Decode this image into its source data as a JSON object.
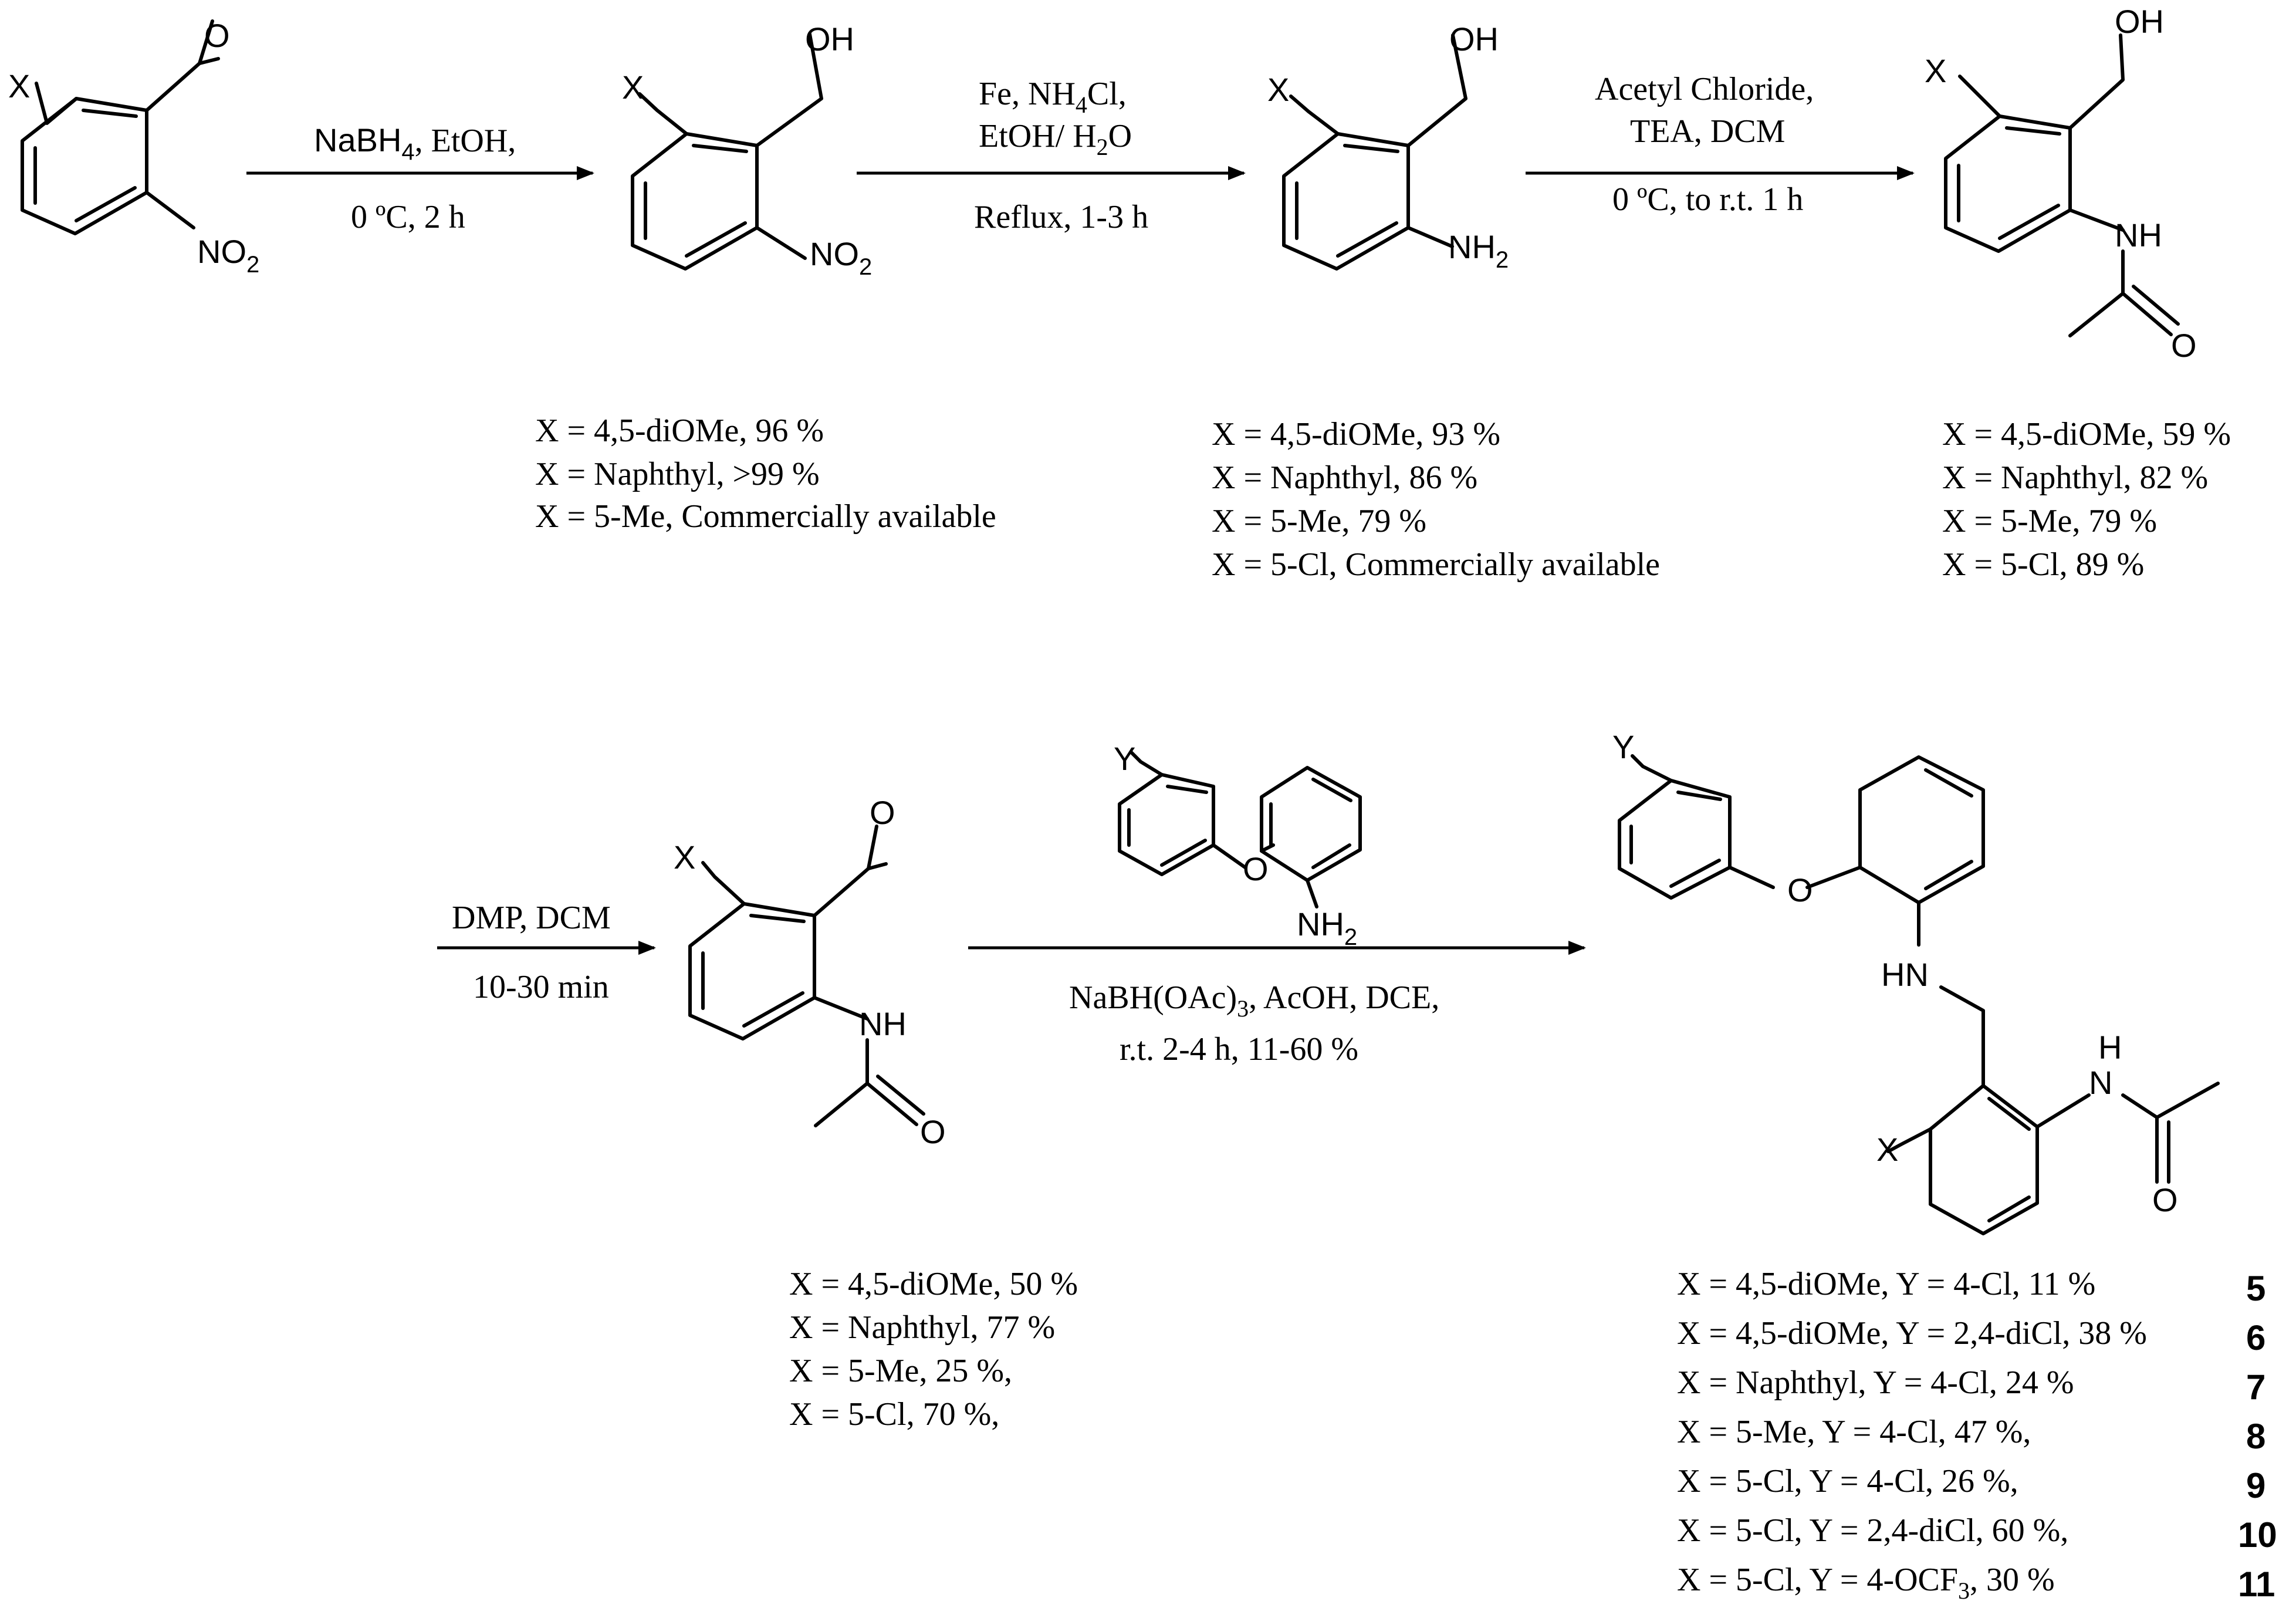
{
  "atoms": {
    "O": "O",
    "OH": "OH",
    "NH": "NH",
    "HN": "HN",
    "H": "H",
    "NO": "NO",
    "NH_base": "NH",
    "two": "2",
    "X": "X",
    "Y": "Y"
  },
  "steps": [
    {
      "reagent_main": "NaBH",
      "reagent_sub": "4",
      "reagent_tail": ", EtOH,",
      "condition": "0 ºC, 2 h"
    },
    {
      "line1_main": "Fe, NH",
      "line1_sub": "4",
      "line1_tail": "Cl,",
      "line2_main": "EtOH/ H",
      "line2_sub": "2",
      "line2_tail": "O",
      "condition": "Reflux, 1-3 h"
    },
    {
      "line1": "Acetyl Chloride,",
      "line2": "TEA, DCM",
      "condition": "0 ºC, to r.t. 1 h"
    },
    {
      "reagent": "DMP,  DCM",
      "condition": "10-30 min"
    },
    {
      "reagent_main": "NaBH(OAc)",
      "reagent_sub": "3",
      "reagent_tail": ", AcOH, DCE,",
      "condition": "r.t. 2-4 h, 11-60 %"
    }
  ],
  "yields": {
    "alcohol_nitro": [
      "X = 4,5-diOMe, 96 %",
      "X = Naphthyl, >99 %",
      "X = 5-Me, Commercially available"
    ],
    "amino_alcohol": [
      "X = 4,5-diOMe, 93 %",
      "X = Naphthyl,    86 %",
      "X = 5-Me,          79 %",
      "X = 5-Cl, Commercially available"
    ],
    "acetamide_alcohol": [
      "X = 4,5-diOMe, 59  %",
      "X = Naphthyl,     82 %",
      "X = 5-Me,          79 %",
      "X = 5-Cl,             89 %"
    ],
    "aldehyde": [
      "X = 4,5-diOMe, 50 %",
      "X = Naphthyl,    77 %",
      "X = 5-Me,          25 %,",
      "X = 5-Cl,            70 %,"
    ],
    "final": [
      {
        "text": "X = 4,5-diOMe, Y = 4-Cl,       11 %",
        "id": "5"
      },
      {
        "text": "X = 4,5-diOMe, Y = 2,4-diCl, 38 %",
        "id": "6"
      },
      {
        "text": "X = Naphthyl,    Y = 4-Cl,          24  %",
        "id": "7"
      },
      {
        "text": "X = 5-Me,           Y = 4-Cl,        47 %,",
        "id": "8"
      },
      {
        "text": "X = 5-Cl,            Y = 4-Cl,        26 %,",
        "id": "9"
      },
      {
        "text": "X = 5-Cl,            Y = 2,4-diCl, 60 %,",
        "id": "10"
      },
      {
        "text": "X = 5-Cl,            Y = 4-OCF",
        "sub": "3",
        "tail": ", 30 %",
        "id": "11"
      }
    ]
  }
}
